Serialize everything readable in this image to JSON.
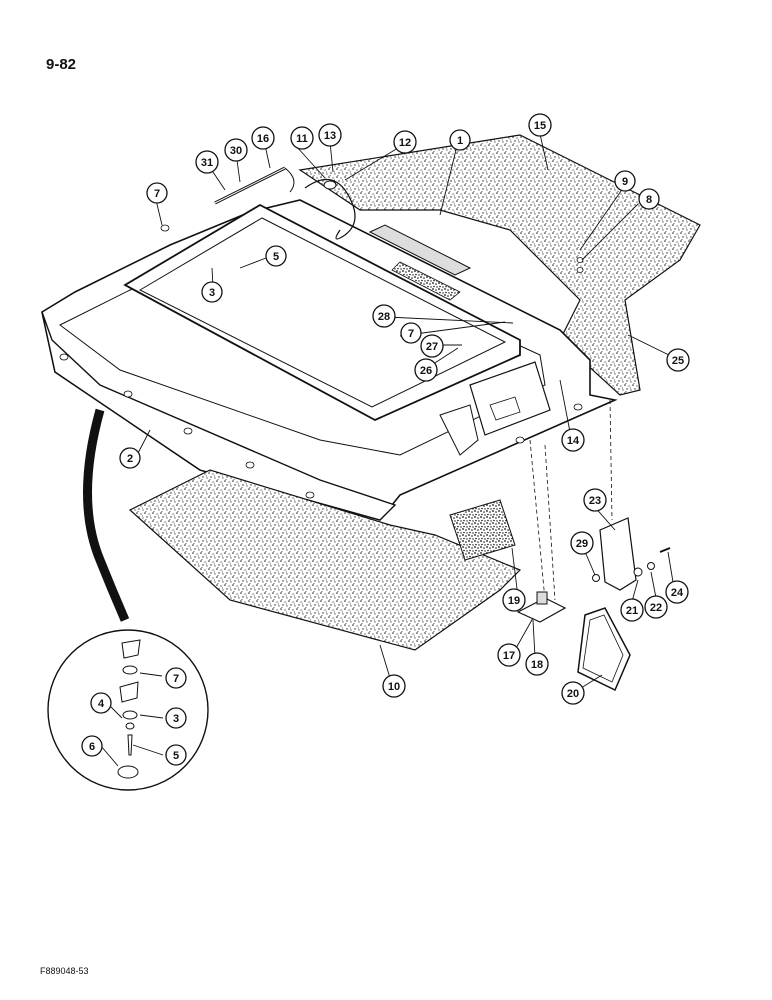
{
  "page_number": "9-82",
  "figure_code": "F889048-53",
  "callouts": [
    {
      "id": "c1",
      "label": "1"
    },
    {
      "id": "c2",
      "label": "2"
    },
    {
      "id": "c3",
      "label": "3"
    },
    {
      "id": "c5",
      "label": "5"
    },
    {
      "id": "c7a",
      "label": "7"
    },
    {
      "id": "c7b",
      "label": "7"
    },
    {
      "id": "c8",
      "label": "8"
    },
    {
      "id": "c9",
      "label": "9"
    },
    {
      "id": "c10",
      "label": "10"
    },
    {
      "id": "c11",
      "label": "11"
    },
    {
      "id": "c12",
      "label": "12"
    },
    {
      "id": "c13",
      "label": "13"
    },
    {
      "id": "c14",
      "label": "14"
    },
    {
      "id": "c15",
      "label": "15"
    },
    {
      "id": "c16",
      "label": "16"
    },
    {
      "id": "c17",
      "label": "17"
    },
    {
      "id": "c18",
      "label": "18"
    },
    {
      "id": "c19",
      "label": "19"
    },
    {
      "id": "c20",
      "label": "20"
    },
    {
      "id": "c21",
      "label": "21"
    },
    {
      "id": "c22",
      "label": "22"
    },
    {
      "id": "c23",
      "label": "23"
    },
    {
      "id": "c24",
      "label": "24"
    },
    {
      "id": "c25",
      "label": "25"
    },
    {
      "id": "c26",
      "label": "26"
    },
    {
      "id": "c27",
      "label": "27"
    },
    {
      "id": "c28",
      "label": "28"
    },
    {
      "id": "c29",
      "label": "29"
    },
    {
      "id": "c30",
      "label": "30"
    },
    {
      "id": "c31",
      "label": "31"
    },
    {
      "id": "d7",
      "label": "7"
    },
    {
      "id": "d4",
      "label": "4"
    },
    {
      "id": "d3",
      "label": "3"
    },
    {
      "id": "d6",
      "label": "6"
    },
    {
      "id": "d5",
      "label": "5"
    }
  ]
}
